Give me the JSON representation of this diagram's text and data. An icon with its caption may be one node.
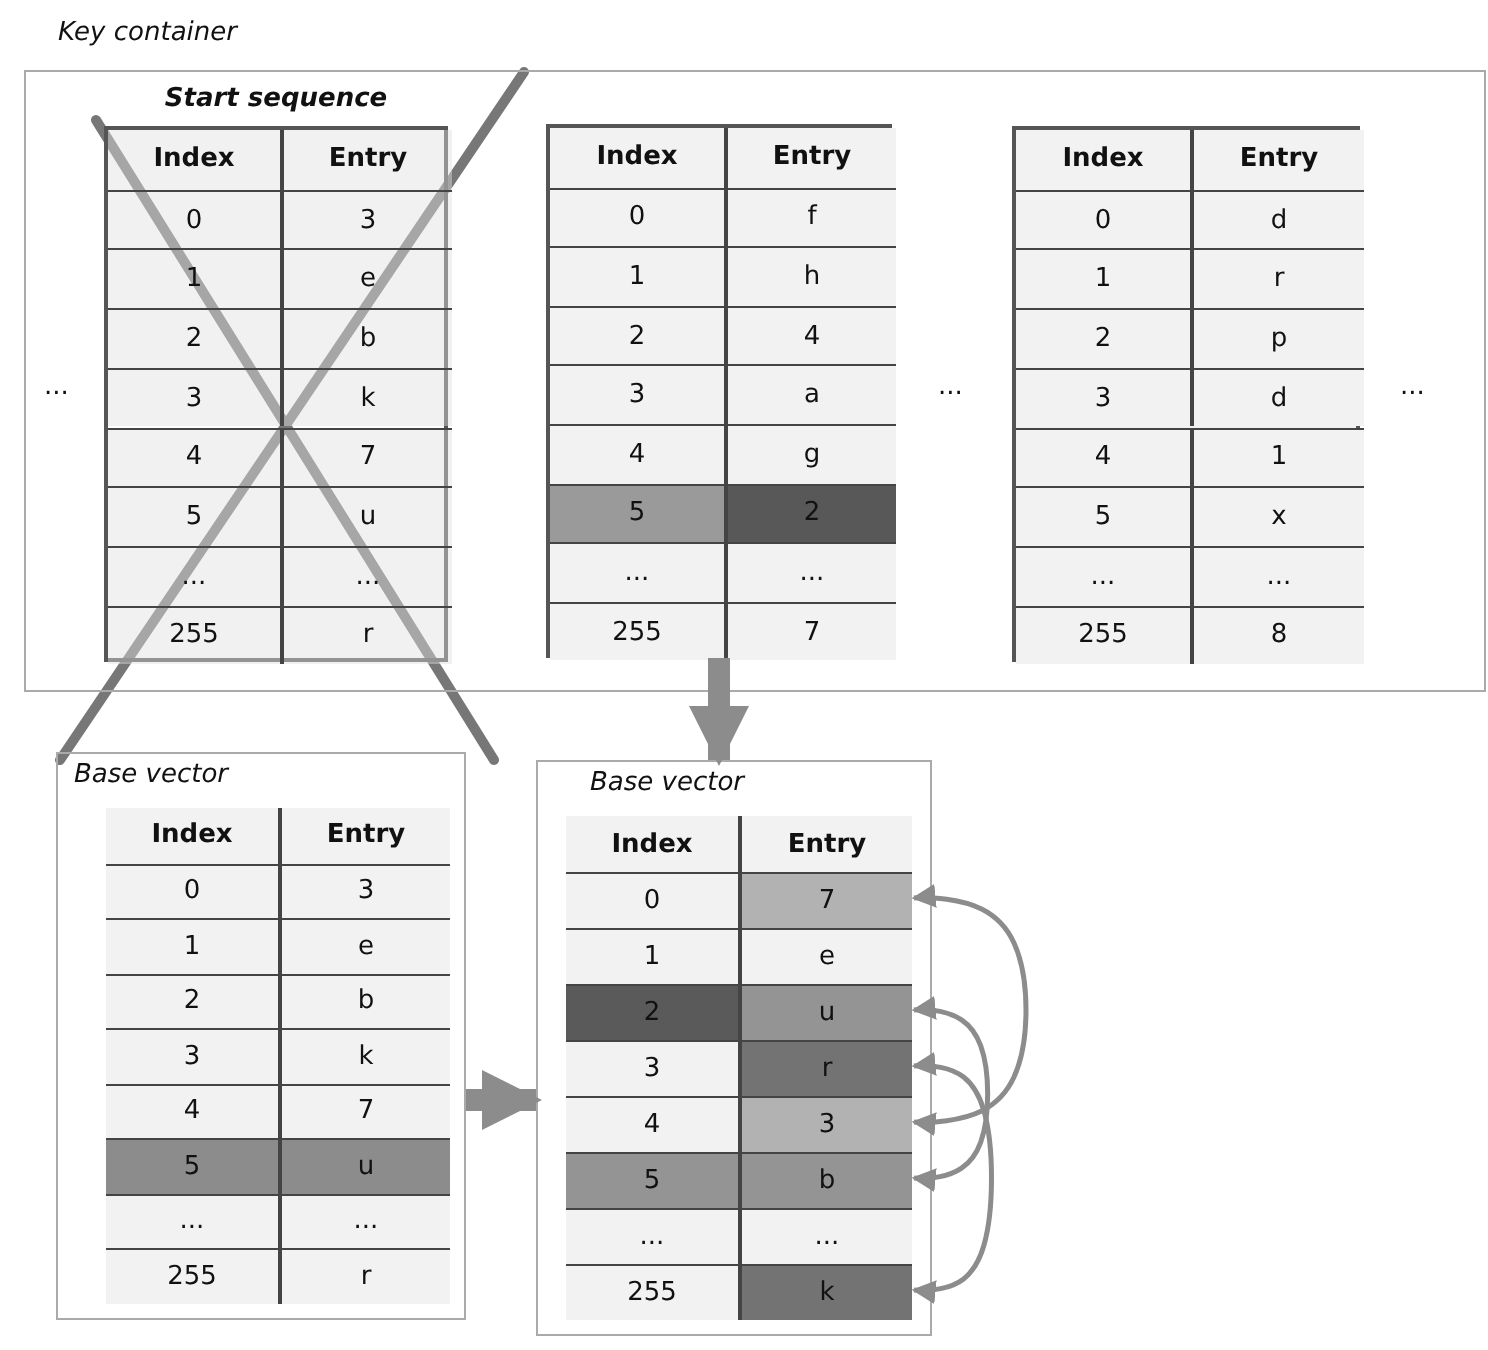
{
  "diagram": {
    "nodes": [
      {
        "text": [
          "Key container"
        ]
      },
      {
        "text": [
          "Start sequence"
        ],
        "in": 0
      },
      {
        "text": [
          "Index",
          "Entry"
        ],
        "in": 1
      },
      {
        "text": [
          "0",
          "3"
        ],
        "in": 1
      },
      {
        "text": [
          "1",
          "e"
        ],
        "in": 1
      },
      {
        "text": [
          "2",
          "b"
        ],
        "in": 1
      },
      {
        "text": [
          "3",
          "k"
        ],
        "in": 1
      },
      {
        "text": [
          "4",
          "7"
        ],
        "in": 1
      },
      {
        "text": [
          "5",
          "u"
        ],
        "in": 1
      },
      {
        "text": [
          "...",
          "..."
        ],
        "in": 1
      },
      {
        "text": [
          "255",
          "r"
        ],
        "in": 1
      },
      {
        "text": [],
        "shape": "box",
        "in": 0
      },
      {
        "text": [
          "Index",
          "Entry"
        ],
        "in": 11
      },
      {
        "text": [
          "0",
          "f"
        ],
        "in": 11
      },
      {
        "text": [
          "1",
          "h"
        ],
        "in": 11
      },
      {
        "text": [
          "2",
          "4"
        ],
        "in": 11
      },
      {
        "text": [
          "3",
          "a"
        ],
        "in": 11
      },
      {
        "text": [
          "4",
          "g"
        ],
        "in": 11
      },
      {
        "text": [
          "5",
          "2"
        ],
        "in": 11
      },
      {
        "text": [
          "...",
          "..."
        ],
        "in": 11
      },
      {
        "text": [
          "255",
          "7"
        ],
        "in": 11
      },
      {
        "text": [],
        "shape": "box",
        "in": 0
      },
      {
        "text": [
          "Index",
          "Entry"
        ],
        "in": 21
      },
      {
        "text": [
          "0",
          "d"
        ],
        "in": 21
      },
      {
        "text": [
          "1",
          "r"
        ],
        "in": 21
      },
      {
        "text": [
          "2",
          "p"
        ],
        "in": 21
      },
      {
        "text": [
          "3",
          "d"
        ],
        "in": 21
      },
      {
        "text": [
          "4",
          "1"
        ],
        "in": 21
      },
      {
        "text": [
          "5",
          "x"
        ],
        "in": 21
      },
      {
        "text": [
          "...",
          "..."
        ],
        "in": 21
      },
      {
        "text": [
          "255",
          "8"
        ],
        "in": 21
      },
      {
        "text": [
          "Base vector"
        ]
      },
      {
        "text": [
          "Index",
          "Entry"
        ],
        "in": 31
      },
      {
        "text": [
          "0",
          "3"
        ],
        "in": 31
      },
      {
        "text": [
          "1",
          "e"
        ],
        "in": 31
      },
      {
        "text": [
          "2",
          "b"
        ],
        "in": 31
      },
      {
        "text": [
          "3",
          "k"
        ],
        "in": 31
      },
      {
        "text": [
          "4",
          "7"
        ],
        "in": 31
      },
      {
        "text": [
          "5",
          "u"
        ],
        "in": 31
      },
      {
        "text": [
          "...",
          "..."
        ],
        "in": 31
      },
      {
        "text": [
          "255",
          "r"
        ],
        "in": 31
      },
      {
        "text": [
          "Base vector"
        ]
      },
      {
        "text": [
          "Index",
          "Entry"
        ],
        "in": 41
      },
      {
        "text": [
          "0",
          "7"
        ],
        "in": 41
      },
      {
        "text": [
          "1",
          "e"
        ],
        "in": 41
      },
      {
        "text": [
          "2",
          "u"
        ],
        "in": 41
      },
      {
        "text": [
          "3",
          "r"
        ],
        "in": 41
      },
      {
        "text": [
          "4",
          "3"
        ],
        "in": 41
      },
      {
        "text": [
          "5",
          "b"
        ],
        "in": 41
      },
      {
        "text": [
          "...",
          "..."
        ],
        "in": 41
      },
      {
        "text": [
          "255",
          "k"
        ],
        "in": 41
      }
    ],
    "edges": [
      {
        "from": 11,
        "to": 41,
        "arrow": "to",
        "style": "thick"
      },
      {
        "from": 31,
        "to": 41,
        "arrow": "to",
        "style": "thick"
      },
      {
        "from": 43,
        "to": 47,
        "arrow": "both"
      },
      {
        "from": 45,
        "to": 48,
        "arrow": "both"
      },
      {
        "from": 46,
        "to": 50,
        "arrow": "both"
      }
    ],
    "labels": [
      "...",
      "...",
      "..."
    ]
  }
}
